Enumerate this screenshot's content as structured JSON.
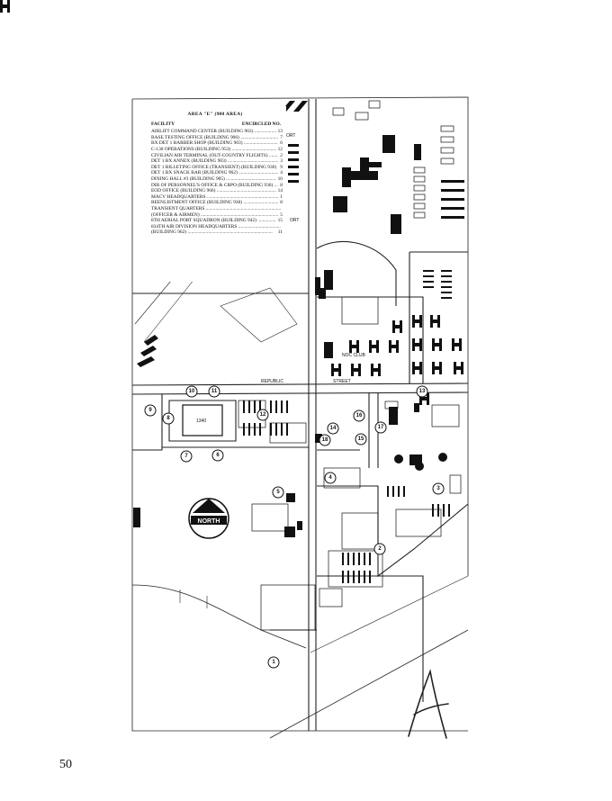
{
  "page": {
    "number": "50"
  },
  "legend": {
    "title": "AREA \"E\" (900 AREA)",
    "col_facility": "FACILITY",
    "col_number": "ENCIRCLED NO.",
    "items": [
      {
        "name": "AIRLIFT COMMAND CENTER (BUILDING 963)",
        "no": "13"
      },
      {
        "name": "BASE TESTING OFFICE (BUILDING 906)",
        "no": "7"
      },
      {
        "name": "BX DET 1 BARBER SHOP (BUILDING 903)",
        "no": "6"
      },
      {
        "name": "C-130 OPERATIONS (BUILDING 953)",
        "no": "12"
      },
      {
        "name": "CIVILIAN AIR TERMINAL (OUT-COUNTRY FLIGHTS)",
        "no": "2"
      },
      {
        "name": "DET 1 BX ANNEX (BUILDING 903)",
        "no": "3"
      },
      {
        "name": "DET 1 BILLETING OFFICE (TRANSIENT) (BUILDING 930)",
        "no": "9"
      },
      {
        "name": "DET 1 BX SNACK BAR (BUILDING 962)",
        "no": "4"
      },
      {
        "name": "DINING HALL #3 (BUILDING 905)",
        "no": "10"
      },
      {
        "name": "DIR OF PERSONNEL'S OFFICE & CBPO (BUILDING 936)",
        "no": "8"
      },
      {
        "name": "EOD OFFICE (BUILDING 966)",
        "no": "14"
      },
      {
        "name": "MACV HEADQUARTERS",
        "no": "1"
      },
      {
        "name": "REENLISTMENT OFFICE (BUILDING 938)",
        "no": "8"
      },
      {
        "name": "TRANSIENT QUARTERS",
        "no": ""
      },
      {
        "name": "(OFFICER & AIRMEN)",
        "no": "5"
      },
      {
        "name": "8TH AERIAL PORT SQUADRON (BUILDING 942)",
        "no": "15"
      },
      {
        "name": "834TH AIR DIVISION HEADQUARTERS",
        "no": ""
      },
      {
        "name": "(BUILDING 962)",
        "no": "11"
      }
    ]
  },
  "labels": {
    "north": "NORTH",
    "hangar": "1340",
    "street_republic": "REPUBLIC",
    "street": "STREET",
    "ort": "ORT",
    "ort_top": "ORT",
    "noc_club": "NOC CLUB"
  },
  "markers": [
    "10",
    "11",
    "9",
    "8",
    "7",
    "6",
    "12",
    "16",
    "14",
    "15",
    "18",
    "13",
    "17",
    "4",
    "3",
    "5",
    "2",
    "1"
  ]
}
